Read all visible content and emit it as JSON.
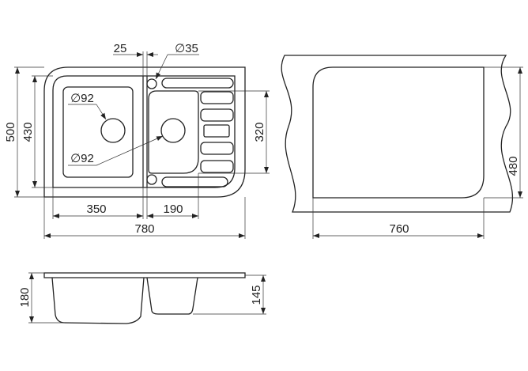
{
  "top_view": {
    "overall_width": "780",
    "overall_depth": "500",
    "inner_depth": "430",
    "left_bowl_width": "350",
    "right_bowl_width": "190",
    "right_bowl_depth": "320",
    "divider_width": "25",
    "tap_hole_diameter": "∅35",
    "left_drain_diameter": "∅92",
    "right_drain_diameter": "∅92"
  },
  "cutout_view": {
    "cutout_width": "760",
    "cutout_depth": "480"
  },
  "side_view": {
    "left_bowl_height": "180",
    "right_bowl_height": "145"
  }
}
